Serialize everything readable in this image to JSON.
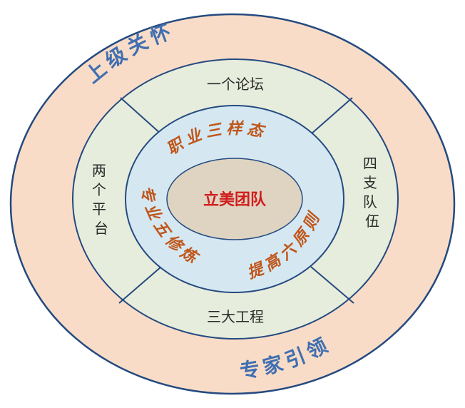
{
  "outer_ring": {
    "top_text": "上级关怀",
    "bottom_text": "专家引领"
  },
  "sectors": {
    "top": "一个论坛",
    "left": "两个平台",
    "right": "四支队伍",
    "bottom": "三大工程"
  },
  "inner_ring": {
    "top_text": "职业三样态",
    "left_text": "专业五修炼",
    "right_text": "提高六原则"
  },
  "core": {
    "label": "立美团队"
  },
  "colors": {
    "outer_fill": "#f9dcc8",
    "middle_fill": "#e7eddc",
    "inner_fill": "#d5e8f2",
    "core_fill": "#ded4c1",
    "stroke": "#244a80",
    "outer_text": "#3f6fb0",
    "inner_text": "#c0561a",
    "core_text": "#d11b1b"
  }
}
